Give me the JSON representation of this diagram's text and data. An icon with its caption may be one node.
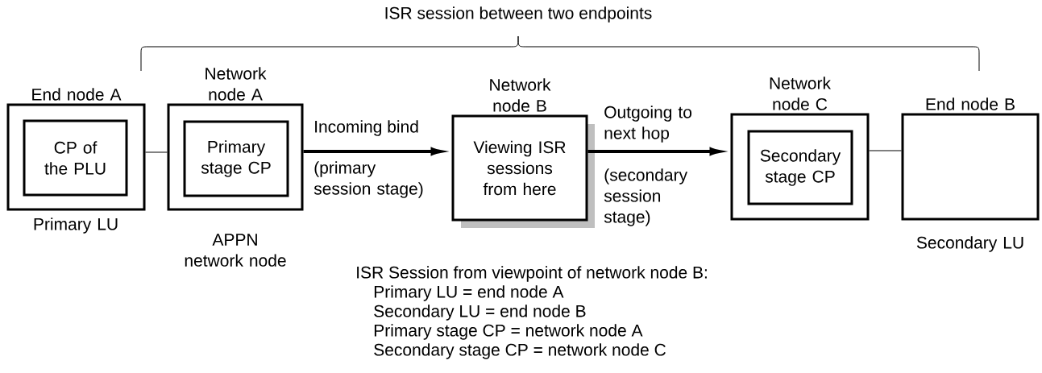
{
  "diagram": {
    "nodes": [
      {
        "text": [
          "End node A"
        ],
        "beside": [
          "Primary LU"
        ]
      },
      {
        "text": [
          "CP of the PLU"
        ],
        "in": 0
      },
      {
        "text": [
          "Network node A"
        ],
        "beside": [
          "APPN network node"
        ]
      },
      {
        "text": [
          "Primary stage CP"
        ],
        "in": 2
      },
      {
        "text": [
          "Network node B",
          "Viewing ISR sessions from here"
        ]
      },
      {
        "text": [
          "Network node C"
        ]
      },
      {
        "text": [
          "Secondary stage CP"
        ],
        "in": 5
      },
      {
        "text": [
          "End node B"
        ],
        "beside": [
          "Secondary LU"
        ]
      }
    ],
    "edges": [
      {
        "from": 0,
        "to": 2,
        "arrow": "none"
      },
      {
        "from": 2,
        "to": 4,
        "arrow": "to",
        "label": "Incoming bind",
        "style": "thick"
      },
      {
        "from": 4,
        "to": 5,
        "arrow": "to",
        "label": "Outgoing to next hop",
        "style": "thick"
      },
      {
        "from": 5,
        "to": 7,
        "arrow": "none"
      }
    ],
    "labels": [
      "ISR session between two endpoints",
      "(primary session stage)",
      "(secondary session stage)",
      "ISR Session from viewpoint of network node B:",
      "Primary LU = end node A",
      "Secondary LU = end node B",
      "Primary stage CP = network node A",
      "Secondary stage CP = network node C"
    ]
  }
}
